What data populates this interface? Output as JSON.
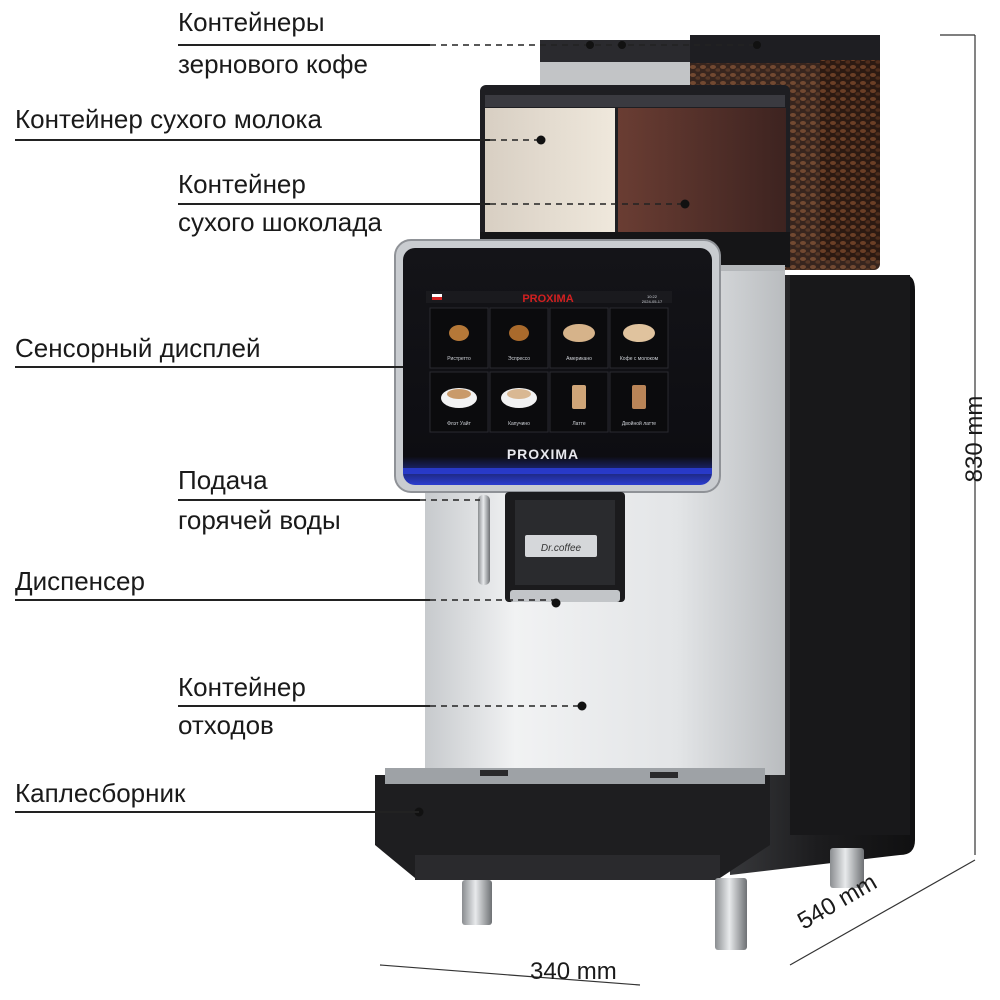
{
  "labels": {
    "coffee_beans_line1": "Контейнеры",
    "coffee_beans_line2": "зернового кофе",
    "milk": "Контейнер сухого молока",
    "choc_line1": "Контейнер",
    "choc_line2": "сухого шоколада",
    "display": "Сенсорный дисплей",
    "water_line1": "Подача",
    "water_line2": "горячей воды",
    "dispenser": "Диспенсер",
    "waste_line1": "Контейнер",
    "waste_line2": "отходов",
    "drip": "Каплесборник"
  },
  "dimensions": {
    "height": "830 mm",
    "depth": "540 mm",
    "width": "340 mm"
  },
  "screen": {
    "brand_top": "PROXIMA",
    "brand_bottom": "PROXIMA",
    "status_line1": "10:22",
    "status_line2": "2024-05-17",
    "drinks": [
      "Ристретто",
      "Эспрессо",
      "Американо",
      "Кофе с молоком",
      "Флэт Уайт",
      "Капучино",
      "Латте",
      "Двойной латте"
    ]
  },
  "dispenser_badge": "Dr.coffee",
  "colors": {
    "body_dark": "#1f1f21",
    "panel_silver": "#e4e6e8",
    "screen_accent": "#2a3cd0",
    "brand_red": "#d22020"
  }
}
